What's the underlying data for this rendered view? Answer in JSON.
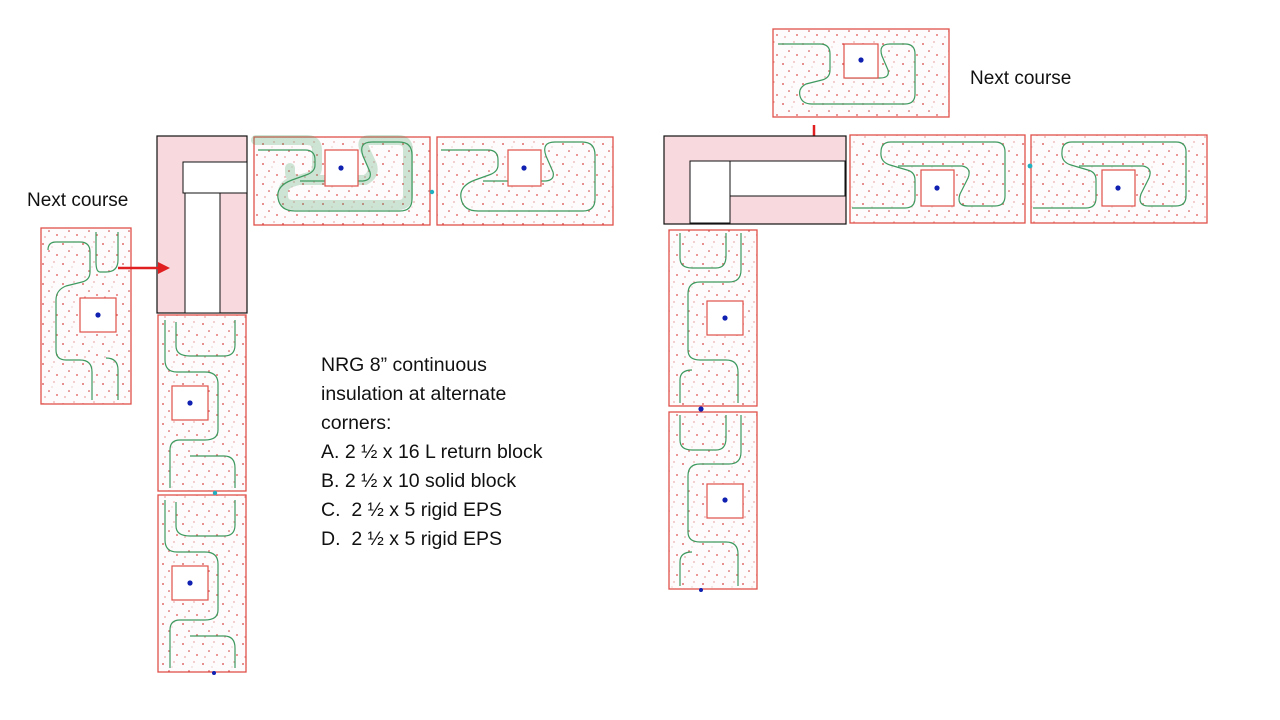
{
  "labels": {
    "next_course_left": "Next course",
    "next_course_right": "Next course"
  },
  "notes": {
    "lines": [
      "NRG 8” continuous",
      "insulation at alternate",
      "corners:",
      "A. 2 ½ x 16 L return block",
      "B. 2 ½ x 10 solid block",
      "C.  2 ½ x 5 rigid EPS",
      "D.  2 ½ x 5 rigid EPS"
    ]
  },
  "colors": {
    "block_outline": "#e0504a",
    "insulation_outline": "#3f9a60",
    "insulation_fill": "#d3ecd9",
    "corner_fill": "#f8dade",
    "arrow": "#e02020",
    "core_dot": "#1020b0",
    "connector_dot": "#20b0c0"
  }
}
